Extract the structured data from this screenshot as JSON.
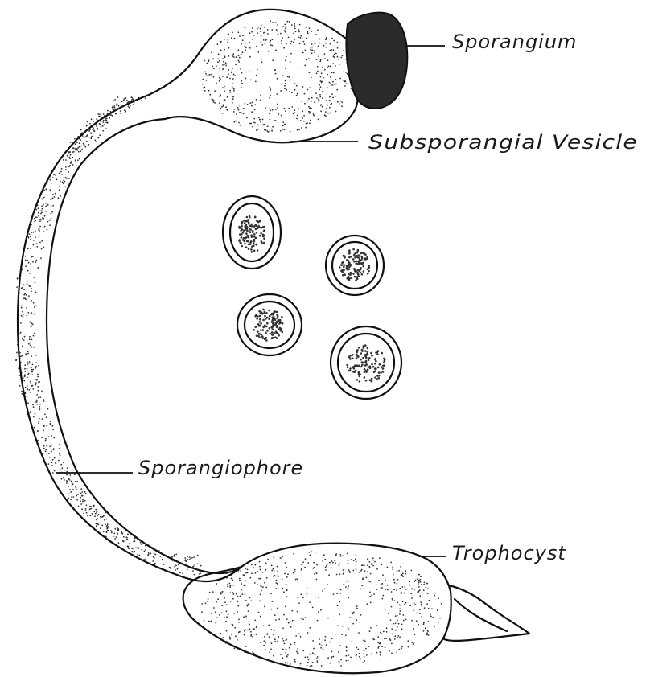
{
  "labels": {
    "sporangium": "Sporangium",
    "subsporangial_vesicle": "Subsporangial Vesicle",
    "sporangiophore": "Sporangiophore",
    "trophocyst": "Trophocyst"
  },
  "colors": {
    "ink": "#111111",
    "sporangium_fill": "#2b2b2b",
    "background": "#ffffff"
  }
}
